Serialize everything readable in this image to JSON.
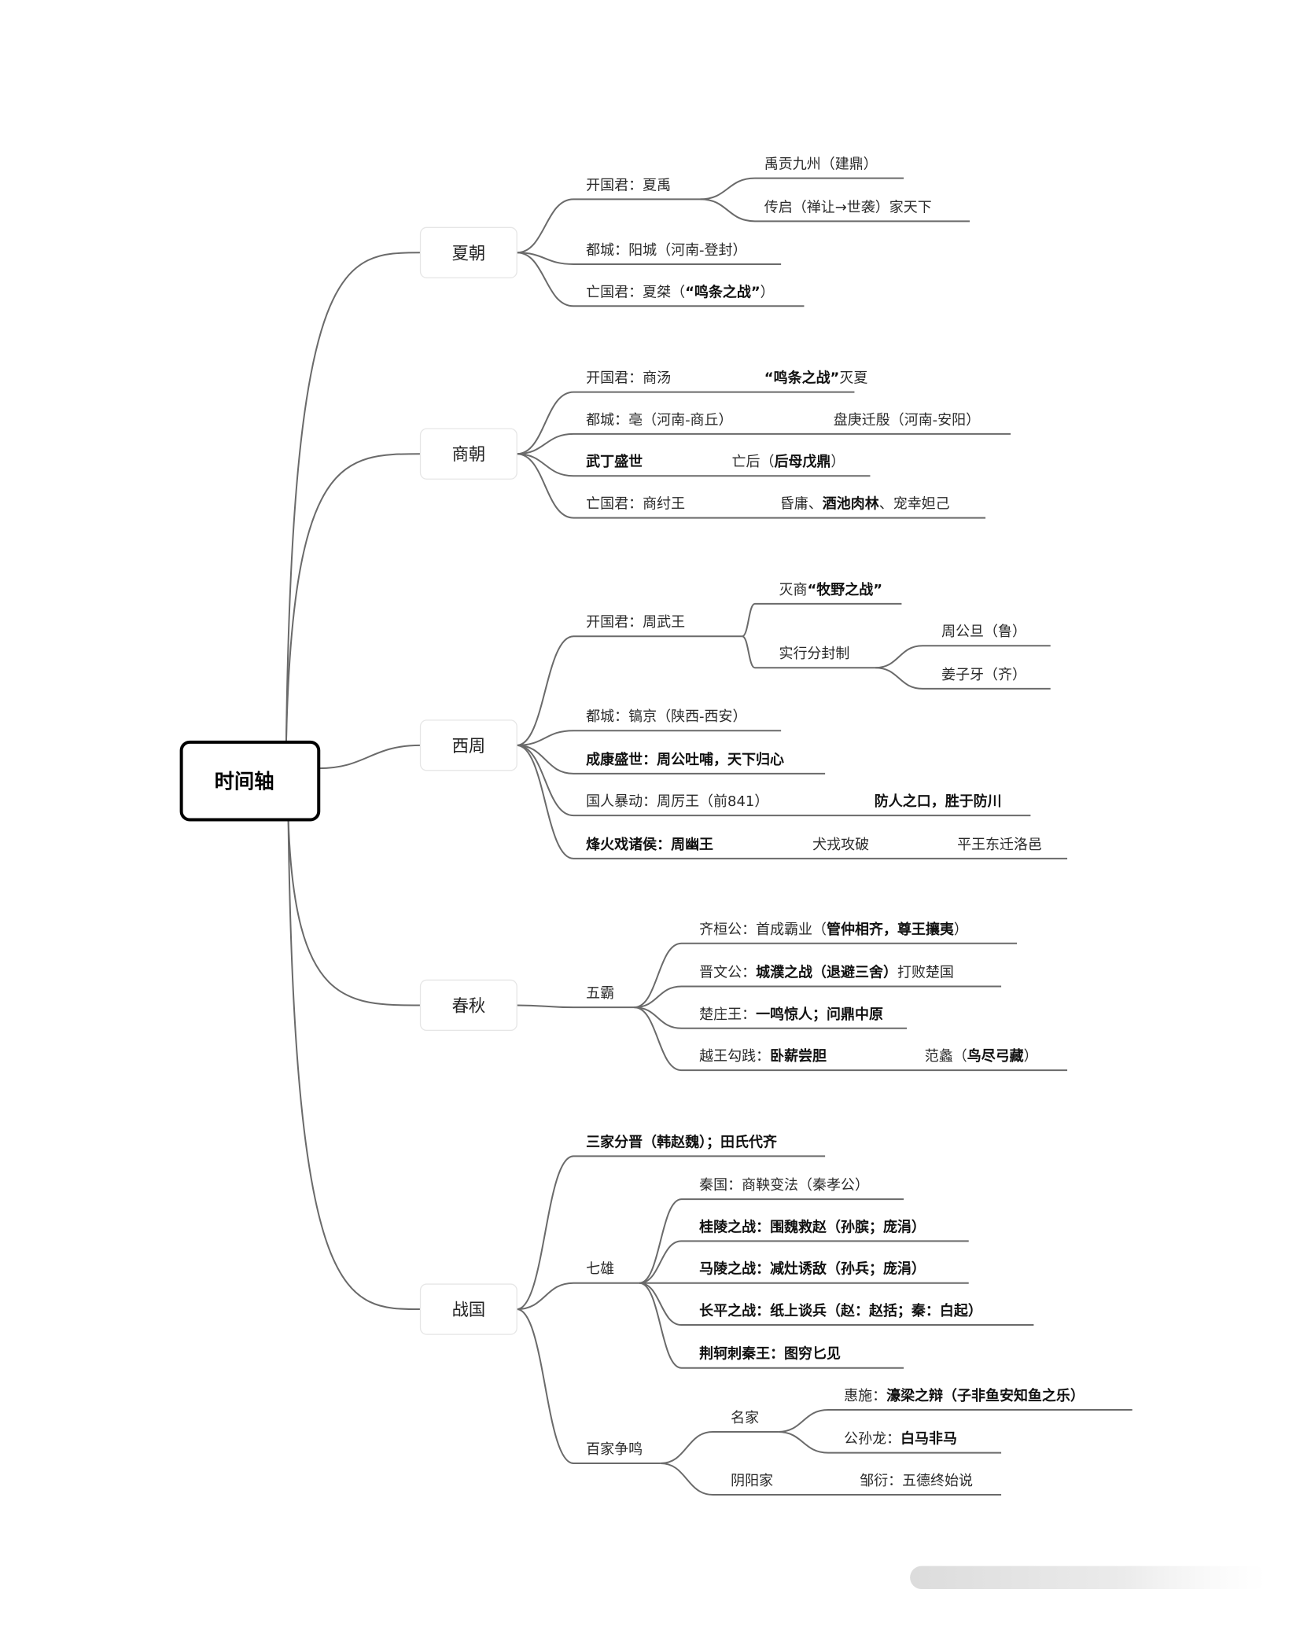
{
  "root": {
    "label": "时间轴"
  },
  "dynasties": [
    {
      "label": "夏朝",
      "nodes": [
        {
          "parts": [
            [
              {
                "t": "开国君：夏禹"
              }
            ]
          ]
        },
        {
          "parts": [
            [
              {
                "t": "禹贡九州（建鼎）"
              }
            ]
          ]
        },
        {
          "parts": [
            [
              {
                "t": "传启（禅让→世袭）家天下"
              }
            ]
          ]
        },
        {
          "parts": [
            [
              {
                "t": "都城：阳城（河南-登封）"
              }
            ]
          ]
        },
        {
          "parts": [
            [
              {
                "t": "亡国君：夏桀（"
              },
              {
                "t": "“鸣条之战”",
                "b": true
              },
              {
                "t": "）"
              }
            ]
          ]
        }
      ]
    },
    {
      "label": "商朝",
      "nodes": [
        {
          "parts": [
            [
              {
                "t": "开国君：商汤"
              }
            ],
            [
              {
                "t": "“鸣条之战”",
                "b": true
              },
              {
                "t": "灭夏"
              }
            ]
          ]
        },
        {
          "parts": [
            [
              {
                "t": "都城：亳（河南-商丘）"
              }
            ],
            [
              {
                "t": "盘庚迁殷（河南-安阳）"
              }
            ]
          ]
        },
        {
          "parts": [
            [
              {
                "t": "武丁盛世",
                "b": true
              }
            ],
            [
              {
                "t": "亡后（"
              },
              {
                "t": "后母戊鼎",
                "b": true
              },
              {
                "t": "）"
              }
            ]
          ]
        },
        {
          "parts": [
            [
              {
                "t": "亡国君：商纣王"
              }
            ],
            [
              {
                "t": "昏庸、"
              },
              {
                "t": "酒池肉林",
                "b": true
              },
              {
                "t": "、宠幸妲己"
              }
            ]
          ]
        }
      ]
    },
    {
      "label": "西周",
      "nodes": [
        {
          "parts": [
            [
              {
                "t": "开国君：周武王"
              }
            ]
          ]
        },
        {
          "parts": [
            [
              {
                "t": "灭商"
              },
              {
                "t": "“牧野之战”",
                "b": true
              }
            ]
          ]
        },
        {
          "parts": [
            [
              {
                "t": "实行分封制"
              }
            ]
          ]
        },
        {
          "parts": [
            [
              {
                "t": "周公旦（鲁）"
              }
            ]
          ]
        },
        {
          "parts": [
            [
              {
                "t": "姜子牙（齐）"
              }
            ]
          ]
        },
        {
          "parts": [
            [
              {
                "t": "都城：镐京（陕西-西安）"
              }
            ]
          ]
        },
        {
          "parts": [
            [
              {
                "t": "成康盛世：周公吐哺，天下归心",
                "b": true
              }
            ]
          ]
        },
        {
          "parts": [
            [
              {
                "t": "国人暴动：周厉王（前841）"
              }
            ],
            [
              {
                "t": "防人之口，胜于防川",
                "b": true
              }
            ]
          ]
        },
        {
          "parts": [
            [
              {
                "t": "烽火戏诸侯：周幽王",
                "b": true
              }
            ],
            [
              {
                "t": "犬戎攻破"
              }
            ],
            [
              {
                "t": "平王东迁洛邑"
              }
            ]
          ]
        }
      ]
    },
    {
      "label": "春秋",
      "nodes": [
        {
          "parts": [
            [
              {
                "t": "五霸"
              }
            ]
          ]
        },
        {
          "parts": [
            [
              {
                "t": "齐桓公：首成霸业（"
              },
              {
                "t": "管仲相齐，尊王攘夷",
                "b": true
              },
              {
                "t": "）"
              }
            ]
          ]
        },
        {
          "parts": [
            [
              {
                "t": "晋文公："
              },
              {
                "t": "城濮之战（退避三舍）",
                "b": true
              },
              {
                "t": "打败楚国"
              }
            ]
          ]
        },
        {
          "parts": [
            [
              {
                "t": "楚庄王："
              },
              {
                "t": "一鸣惊人；问鼎中原",
                "b": true
              }
            ]
          ]
        },
        {
          "parts": [
            [
              {
                "t": "越王勾践："
              },
              {
                "t": "卧薪尝胆",
                "b": true
              }
            ],
            [
              {
                "t": "范蠡（"
              },
              {
                "t": "鸟尽弓藏",
                "b": true
              },
              {
                "t": "）"
              }
            ]
          ]
        }
      ]
    },
    {
      "label": "战国",
      "nodes": [
        {
          "parts": [
            [
              {
                "t": "三家分晋（韩赵魏）；田氏代齐",
                "b": true
              }
            ]
          ]
        },
        {
          "parts": [
            [
              {
                "t": "七雄"
              }
            ]
          ]
        },
        {
          "parts": [
            [
              {
                "t": "秦国：商鞅变法（秦孝公）"
              }
            ]
          ]
        },
        {
          "parts": [
            [
              {
                "t": "桂陵之战：围魏救赵（孙膑；庞涓）",
                "b": true
              }
            ]
          ]
        },
        {
          "parts": [
            [
              {
                "t": "马陵之战：减灶诱敌（孙兵；庞涓）",
                "b": true
              }
            ]
          ]
        },
        {
          "parts": [
            [
              {
                "t": "长平之战：纸上谈兵（赵：赵括；秦：白起）",
                "b": true
              }
            ]
          ]
        },
        {
          "parts": [
            [
              {
                "t": "荆轲刺秦王：图穷匕见",
                "b": true
              }
            ]
          ]
        },
        {
          "parts": [
            [
              {
                "t": "百家争鸣"
              }
            ]
          ]
        },
        {
          "parts": [
            [
              {
                "t": "名家"
              }
            ]
          ]
        },
        {
          "parts": [
            [
              {
                "t": "惠施："
              },
              {
                "t": "濠梁之辩（子非鱼安知鱼之乐）",
                "b": true
              }
            ]
          ]
        },
        {
          "parts": [
            [
              {
                "t": "公孙龙："
              },
              {
                "t": "白马非马",
                "b": true
              }
            ]
          ]
        },
        {
          "parts": [
            [
              {
                "t": "阴阳家"
              }
            ],
            [
              {
                "t": "邹衍：五德终始说"
              }
            ]
          ]
        }
      ]
    }
  ]
}
